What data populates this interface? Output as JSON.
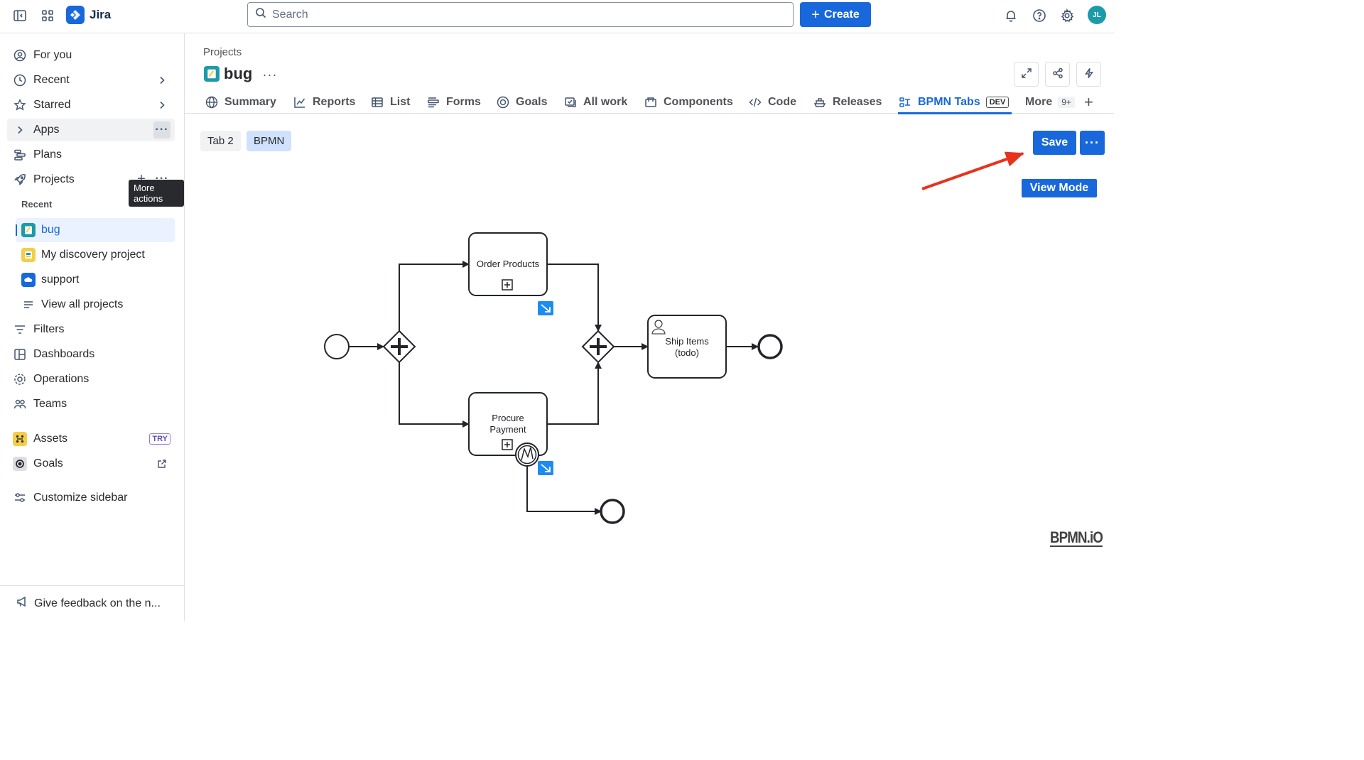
{
  "app": {
    "name": "Jira",
    "avatar_initials": "JL",
    "accent_color": "#1868db"
  },
  "search": {
    "placeholder": "Search"
  },
  "create": {
    "label": "Create"
  },
  "sidebar": {
    "items": [
      {
        "label": "For you",
        "icon": "person-circle-icon"
      },
      {
        "label": "Recent",
        "icon": "clock-icon"
      },
      {
        "label": "Starred",
        "icon": "star-icon"
      },
      {
        "label": "Apps",
        "icon": "chevron-right-icon"
      },
      {
        "label": "Plans",
        "icon": "plans-icon"
      },
      {
        "label": "Projects",
        "icon": "rocket-icon"
      }
    ],
    "recent_label": "Recent",
    "projects": [
      {
        "label": "bug",
        "icon": "notebook-icon",
        "color": "#1d9aaa"
      },
      {
        "label": "My discovery project",
        "icon": "discovery-icon",
        "color": "#f5cd47"
      },
      {
        "label": "support",
        "icon": "cloud-icon",
        "color": "#1868db"
      }
    ],
    "view_all": "View all projects",
    "lower_items": [
      {
        "label": "Filters",
        "icon": "filter-icon"
      },
      {
        "label": "Dashboards",
        "icon": "dashboard-icon"
      },
      {
        "label": "Operations",
        "icon": "operations-icon"
      },
      {
        "label": "Teams",
        "icon": "teams-icon"
      }
    ],
    "assets": {
      "label": "Assets",
      "badge": "TRY"
    },
    "goals": {
      "label": "Goals"
    },
    "customize": "Customize sidebar",
    "tooltip": "More actions",
    "feedback": "Give feedback on the n..."
  },
  "header": {
    "breadcrumb": "Projects",
    "project_title": "bug"
  },
  "tabs": [
    {
      "label": "Summary",
      "icon": "globe-icon"
    },
    {
      "label": "Reports",
      "icon": "chart-icon"
    },
    {
      "label": "List",
      "icon": "list-icon"
    },
    {
      "label": "Forms",
      "icon": "forms-icon"
    },
    {
      "label": "Goals",
      "icon": "target-icon"
    },
    {
      "label": "All work",
      "icon": "all-work-icon"
    },
    {
      "label": "Components",
      "icon": "components-icon"
    },
    {
      "label": "Code",
      "icon": "code-icon"
    },
    {
      "label": "Releases",
      "icon": "ship-icon"
    },
    {
      "label": "BPMN Tabs",
      "icon": "app-icon",
      "badge": "DEV",
      "active": true
    },
    {
      "label": "More",
      "badge": "9+"
    }
  ],
  "content": {
    "subtabs": [
      "Tab 2",
      "BPMN"
    ],
    "save_label": "Save",
    "view_mode_label": "View Mode"
  },
  "bpmn": {
    "tasks": {
      "order": "Order Products",
      "procure_line1": "Procure",
      "procure_line2": "Payment",
      "ship_line1": "Ship Items",
      "ship_line2": "(todo)"
    },
    "watermark": "BPMN.iO"
  },
  "annotation": {
    "arrow_color": "#e8331c"
  }
}
